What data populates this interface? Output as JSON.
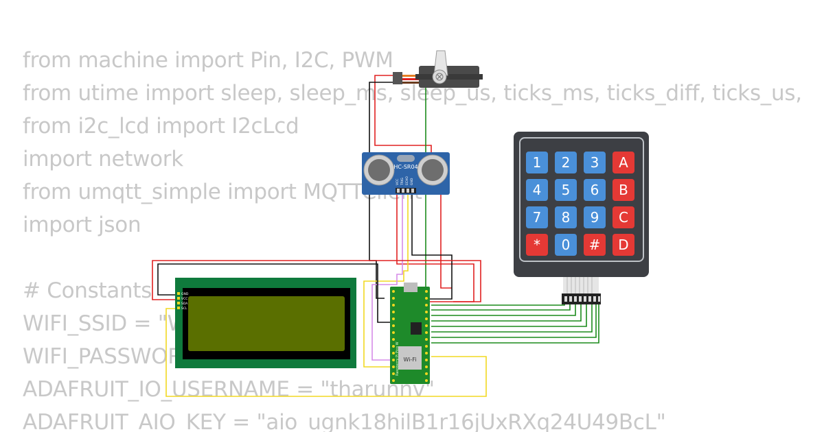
{
  "code_lines": [
    "from machine import Pin, I2C, PWM",
    "from utime import sleep, sleep_ms, sleep_us, ticks_ms, ticks_diff, ticks_us, time",
    "from i2c_lcd import I2cLcd",
    "import network",
    "from umqtt_simple import MQTTClient",
    "import json",
    "",
    "# Constants",
    "WIFI_SSID = \"Wokwi-GUEST\"",
    "WIFI_PASSWORD = \"\"",
    "ADAFRUIT_IO_USERNAME = \"tharunnv\"",
    "ADAFRUIT_AIO_KEY = \"aio_ugnk18hilB1r16jUxRXq24U49BcL\""
  ],
  "components": {
    "ultrasonic": {
      "label": "HC-SR04",
      "pins": [
        "VCC",
        "TRIG",
        "ECHO",
        "GND"
      ]
    },
    "lcd": {
      "pins": [
        "GND",
        "VCC",
        "SDA",
        "SCL"
      ],
      "backlight_color": "#5a6f00"
    },
    "pico": {
      "board_label": "Raspberry Pi Pico W",
      "wifi_label": "Wi-Fi",
      "board_color": "#1e8a2a"
    },
    "servo": {},
    "keypad": {
      "rows": [
        [
          "1",
          "2",
          "3",
          "A"
        ],
        [
          "4",
          "5",
          "6",
          "B"
        ],
        [
          "7",
          "8",
          "9",
          "C"
        ],
        [
          "*",
          "0",
          "#",
          "D"
        ]
      ],
      "digit_key_color": "#4a90d9",
      "letter_key_color": "#e53935"
    }
  },
  "colors": {
    "wire_red": "#e02020",
    "wire_black": "#111111",
    "wire_green": "#1a8a1a",
    "wire_yellow": "#f2d820",
    "wire_pink": "#d68be8"
  }
}
